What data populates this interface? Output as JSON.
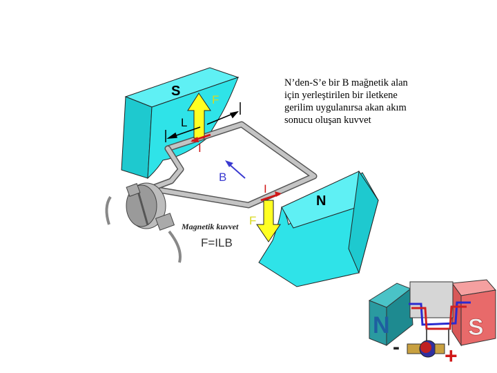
{
  "caption": {
    "lines": [
      "N’den-S’e bir B mağnetik alan",
      "için yerleştirilen bir iletkene",
      "gerilim uygulanırsa akan akım",
      "sonucu oluşan kuvvet"
    ]
  },
  "diagram": {
    "magnet_south_label": "S",
    "magnet_north_label": "N",
    "force_label_top": "F",
    "force_label_bottom": "F",
    "length_label": "L",
    "current_label_top": "I",
    "current_label_bottom": "I",
    "field_label": "B",
    "title_label": "Magnetik kuvvet",
    "formula_label": "F=ILB"
  },
  "inset": {
    "north_label": "N",
    "south_label": "S",
    "minus_label": "-",
    "plus_label": "+"
  },
  "colors": {
    "magnet": "#2fe3e8",
    "magnet_dark": "#1aa9b0",
    "force_arrow": "#ffff22",
    "field_arrow": "#3a3ad0",
    "current_arrow": "#d01818",
    "wire": "#b8b8b8",
    "inset_north": "#2a9aa0",
    "inset_south": "#e86a6a"
  }
}
